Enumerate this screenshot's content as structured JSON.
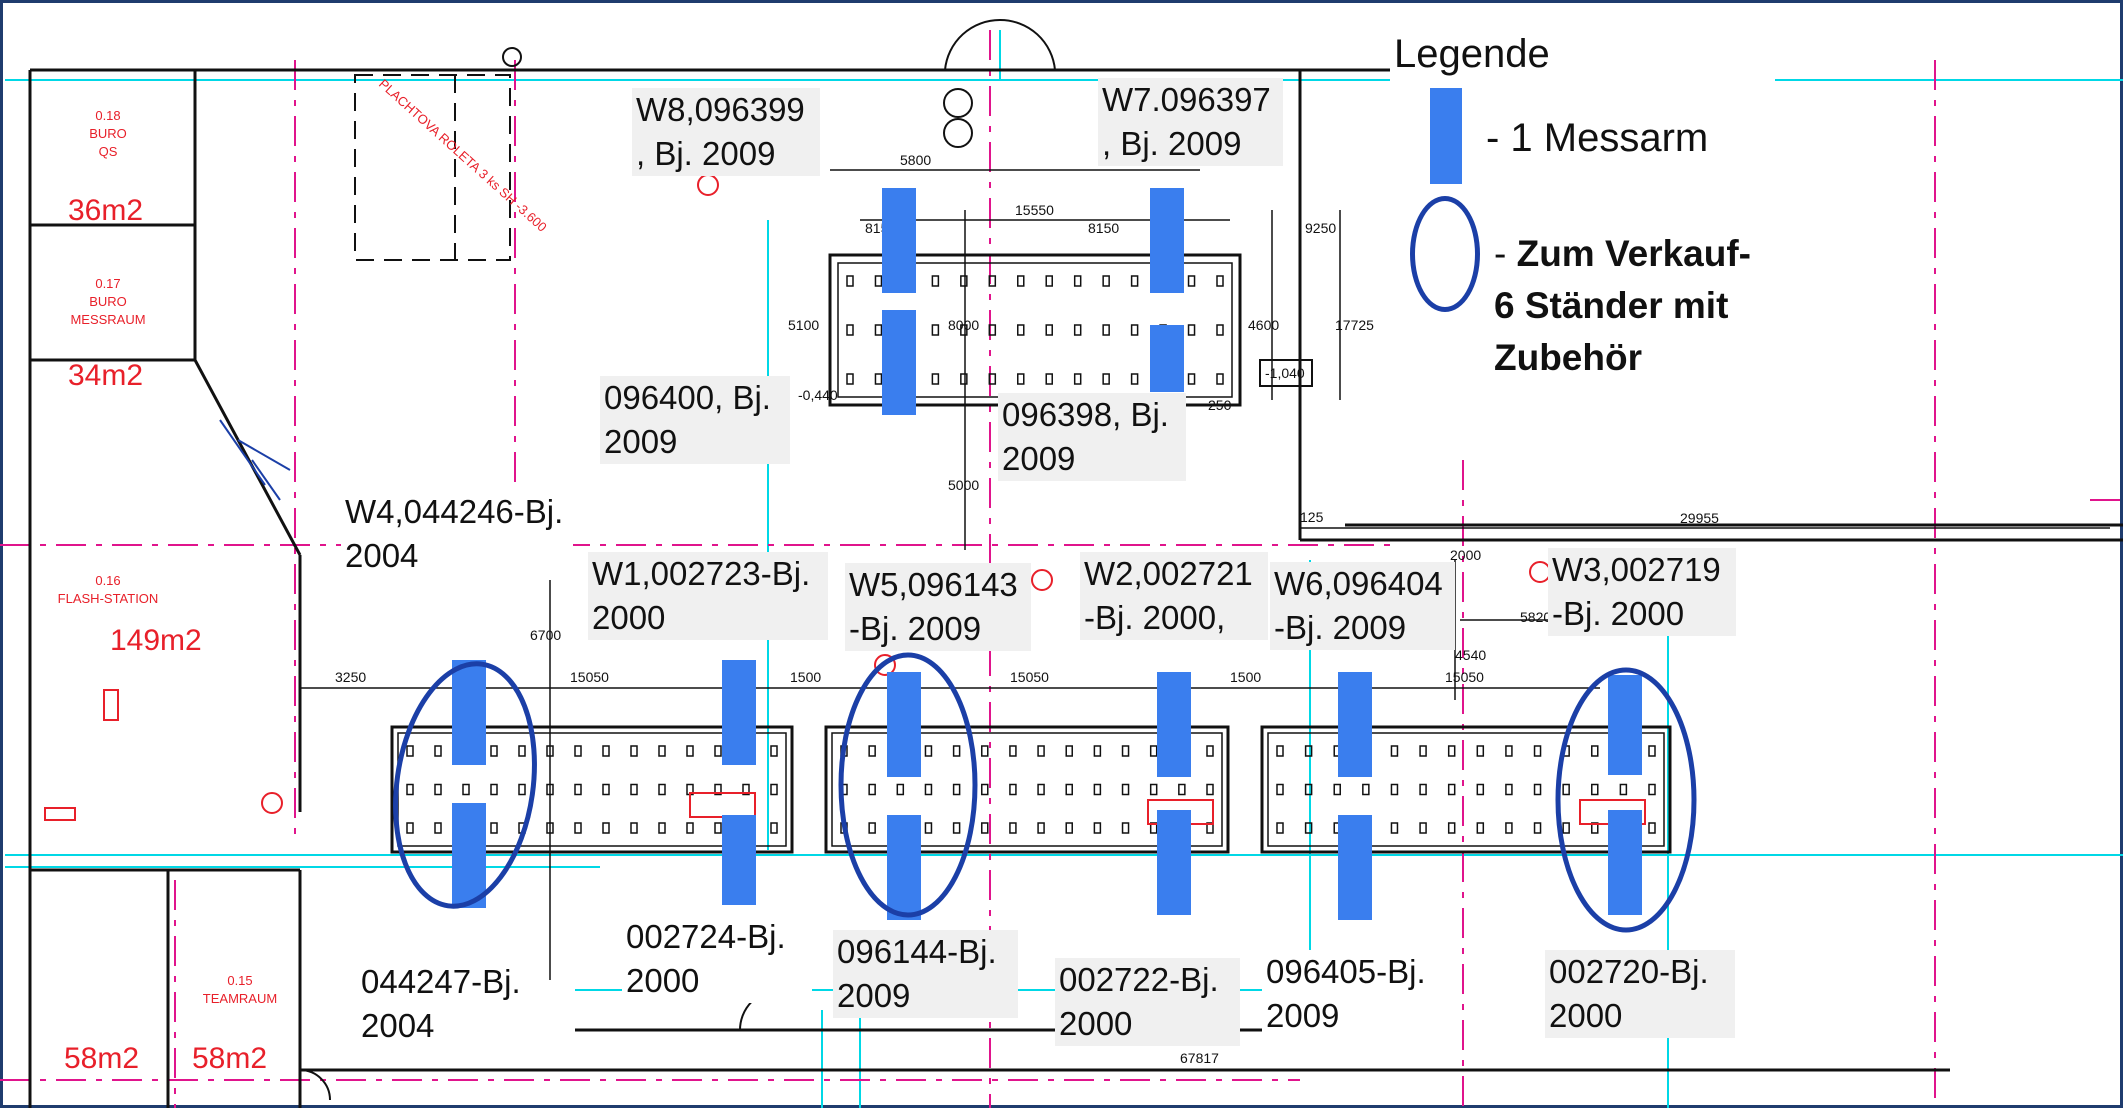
{
  "legend": {
    "title": "Legende",
    "arm_label": "- 1 Messarm",
    "oval_prefix": "- ",
    "oval_label": "Zum Verkauf- 6 Ständer mit Zubehör"
  },
  "rooms": [
    {
      "code": "0.18",
      "name": "BURO",
      "name2": "QS",
      "area": "36m2"
    },
    {
      "code": "0.17",
      "name": "BURO",
      "name2": "MESSRAUM",
      "area": "34m2"
    },
    {
      "code": "0.16",
      "name": "FLASH-STATION",
      "name2": "",
      "area": "149m2"
    },
    {
      "code": "0.15",
      "name": "TEAMRAUM",
      "name2": "",
      "area": "58m2"
    },
    {
      "code": "",
      "name": "",
      "name2": "",
      "area": "58m2"
    }
  ],
  "roleta_text": "PLACHTOVA ROLETA 3 ks SH -3.600",
  "dimensions": [
    "5800",
    "15550",
    "8150",
    "815",
    "9250",
    "17725",
    "5100",
    "8000",
    "4600",
    "5000",
    "29955",
    "3250",
    "15050",
    "1500",
    "15050",
    "1500",
    "15050",
    "5820",
    "4540",
    "6700",
    "67817",
    "-0,440",
    "-1,040",
    "250",
    "125",
    "2000"
  ],
  "machine_labels": [
    {
      "id": "w8",
      "text": "W8,096399 , Bj. 2009"
    },
    {
      "id": "w7",
      "text": "W7.096397 , Bj. 2009"
    },
    {
      "id": "096400",
      "text": "096400, Bj. 2009"
    },
    {
      "id": "096398",
      "text": "096398, Bj. 2009"
    },
    {
      "id": "w4",
      "text": "W4,044246-Bj. 2004"
    },
    {
      "id": "w1",
      "text": "W1,002723-Bj. 2000"
    },
    {
      "id": "w5",
      "text": "W5,096143 -Bj. 2009"
    },
    {
      "id": "w2",
      "text": "W2,002721 -Bj. 2000,"
    },
    {
      "id": "w6",
      "text": "W6,096404 -Bj. 2009"
    },
    {
      "id": "w3",
      "text": "W3,002719 -Bj. 2000"
    },
    {
      "id": "044247",
      "text": "044247-Bj. 2004"
    },
    {
      "id": "002724",
      "text": "002724-Bj. 2000"
    },
    {
      "id": "096144",
      "text": "096144-Bj. 2009"
    },
    {
      "id": "002722",
      "text": "002722-Bj. 2000"
    },
    {
      "id": "096405",
      "text": "096405-Bj. 2009"
    },
    {
      "id": "002720",
      "text": "002720-Bj. 2000"
    }
  ],
  "colors": {
    "arm": "#3a7eee",
    "oval": "#1b3fa7",
    "cyan": "#00d8e6",
    "magenta": "#e0148c",
    "red": "#e8202a",
    "line": "#111111",
    "frame": "#1f3c6e"
  }
}
